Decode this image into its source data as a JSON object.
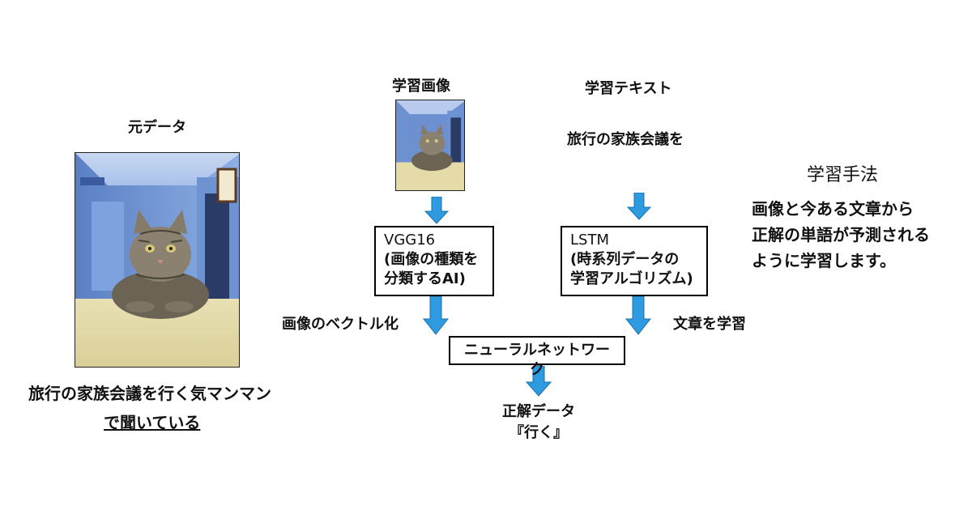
{
  "source_label": "元データ",
  "caption_line1": "旅行の家族会議を行く気マンマン",
  "caption_line2": "で聞いている",
  "train_image_label": "学習画像",
  "train_text_label": "学習テキスト",
  "train_text": "旅行の家族会議を",
  "vgg_box": {
    "line1": "VGG16",
    "line2": "(画像の種類を",
    "line3": "分類するAI)"
  },
  "lstm_box": {
    "line1": "LSTM",
    "line2": "(時系列データの",
    "line3": "学習アルゴリズム)"
  },
  "vector_label": "画像のベクトル化",
  "learn_text_label": "文章を学習",
  "nn_box": "ニューラルネットワーク",
  "answer_line1": "正解データ",
  "answer_line2": "『行く』",
  "method_title": "学習手法",
  "method_line1": "画像と今ある文章から",
  "method_line2": "正解の単語が予測される",
  "method_line3": "ように学習します。",
  "colors": {
    "arrow": "#2e9ae0",
    "arrow_edge": "#1a6fb0"
  },
  "icons": [
    "cat-photo-icon",
    "down-arrow-icon"
  ]
}
